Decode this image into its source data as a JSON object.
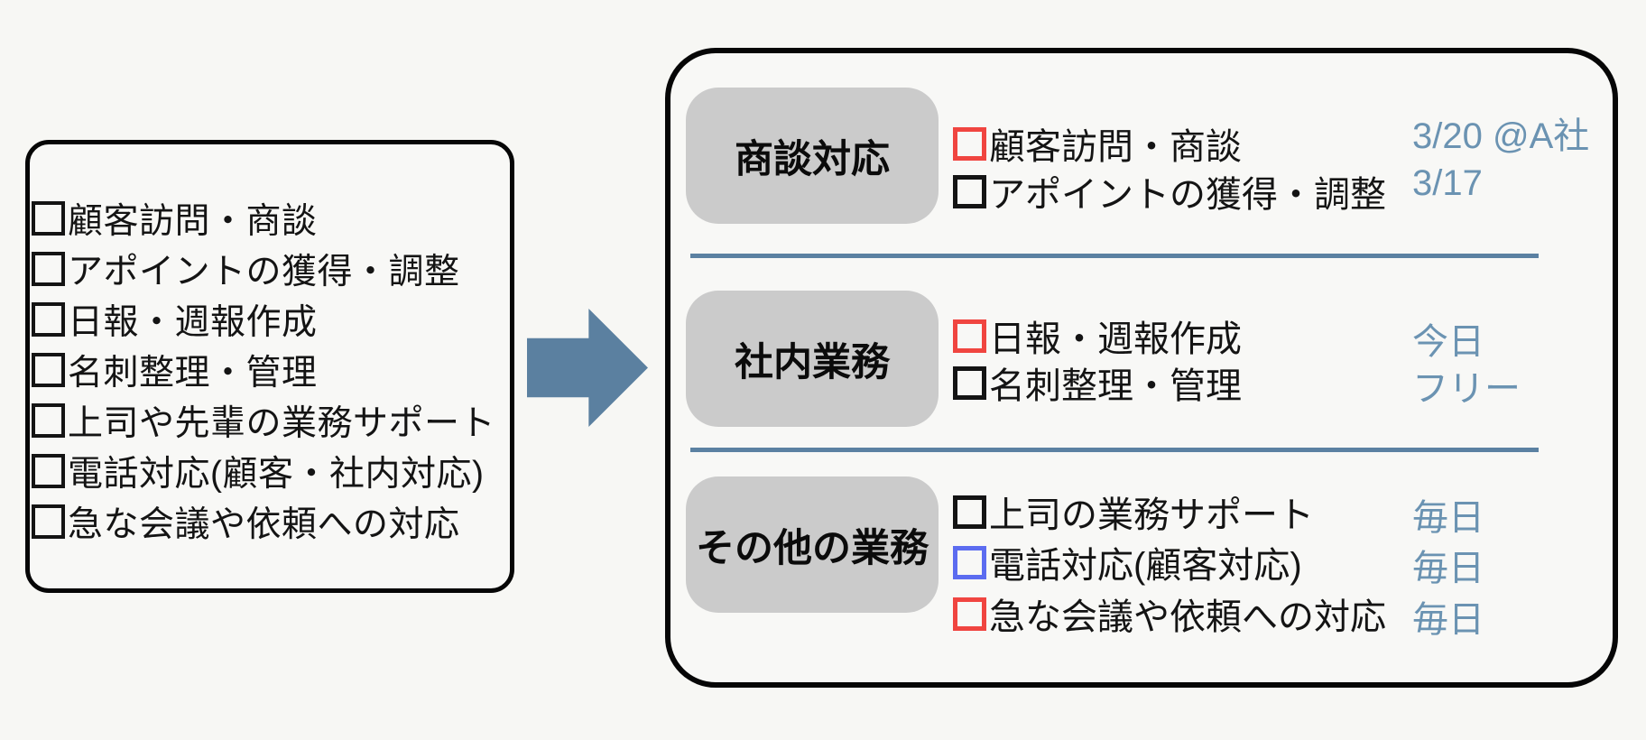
{
  "colors": {
    "background": "#f7f7f4",
    "panel_border": "#060606",
    "category_pill_bg": "#cbcbcb",
    "divider_blue": "#5b81a2",
    "arrow_blue": "#5b80a0",
    "schedule_text_blue": "#6b93b2",
    "checkbox_black": "#141414",
    "checkbox_red": "#f04540",
    "checkbox_blue": "#5c6cf0"
  },
  "left_panel": {
    "items": [
      {
        "label": "顧客訪問・商談",
        "checkbox_color": "#141414"
      },
      {
        "label": "アポイントの獲得・調整",
        "checkbox_color": "#141414"
      },
      {
        "label": "日報・週報作成",
        "checkbox_color": "#141414"
      },
      {
        "label": "名刺整理・管理",
        "checkbox_color": "#141414"
      },
      {
        "label": "上司や先輩の業務サポート",
        "checkbox_color": "#141414"
      },
      {
        "label": "電話対応(顧客・社内対応)",
        "checkbox_color": "#141414"
      },
      {
        "label": "急な会議や依頼への対応",
        "checkbox_color": "#141414"
      }
    ]
  },
  "right_panel": {
    "sections": [
      {
        "category": "商談対応",
        "items": [
          {
            "label": "顧客訪問・商談",
            "checkbox_color": "#f04540",
            "schedule": "3/20 @A社"
          },
          {
            "label": "アポイントの獲得・調整",
            "checkbox_color": "#141414",
            "schedule": "3/17"
          }
        ]
      },
      {
        "category": "社内業務",
        "items": [
          {
            "label": "日報・週報作成",
            "checkbox_color": "#f04540",
            "schedule": "今日"
          },
          {
            "label": "名刺整理・管理",
            "checkbox_color": "#141414",
            "schedule": "フリー"
          }
        ]
      },
      {
        "category": "その他の業務",
        "items": [
          {
            "label": "上司の業務サポート",
            "checkbox_color": "#141414",
            "schedule": "毎日"
          },
          {
            "label": "電話対応(顧客対応)",
            "checkbox_color": "#5c6cf0",
            "schedule": "毎日"
          },
          {
            "label": "急な会議や依頼への対応",
            "checkbox_color": "#f04540",
            "schedule": "毎日"
          }
        ]
      }
    ]
  }
}
